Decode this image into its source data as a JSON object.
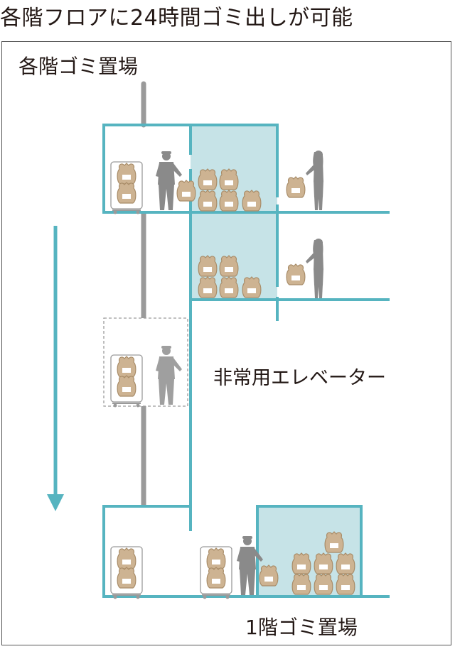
{
  "headline": "各階フロアに24時間ゴミ出しが可能",
  "labels": {
    "each_floor_room": "各階ゴミ置場",
    "emergency_elevator": "非常用エレベーター",
    "ground_floor_room": "1階ゴミ置場"
  },
  "colors": {
    "teal": "#56b4c0",
    "room_fill": "#c6e3e7",
    "bag": "#cdb392",
    "bag_stroke": "#a88c68",
    "person": "#8a8a8a",
    "elevator_shaft": "#9a9a9a"
  },
  "icons": [
    "person-worker-icon",
    "person-resident-icon",
    "garbage-bag-icon",
    "cart-icon",
    "down-arrow-icon"
  ]
}
